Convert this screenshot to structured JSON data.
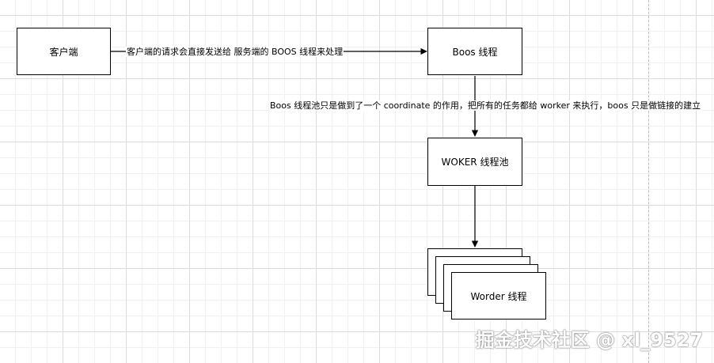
{
  "diagram": {
    "nodes": {
      "client": "客户端",
      "boss": "Boos 线程",
      "worker_pool": "WOKER 线程池",
      "worker_thread": "Worder 线程"
    },
    "edges": {
      "client_to_boss": "客户端的请求会直接发送给 服务端的 BOOS 线程来处理",
      "boss_to_pool": "Boos 线程池只是做到了一个 coordinate 的作用，把所有的任务都给 worker 来执行，boos 只是做链接的建立"
    }
  },
  "watermark": "掘金技术社区 @ xl_9527",
  "colors": {
    "stroke": "#000000",
    "grid_major": "#dcdcdc",
    "grid_minor": "#f1f1f1"
  }
}
